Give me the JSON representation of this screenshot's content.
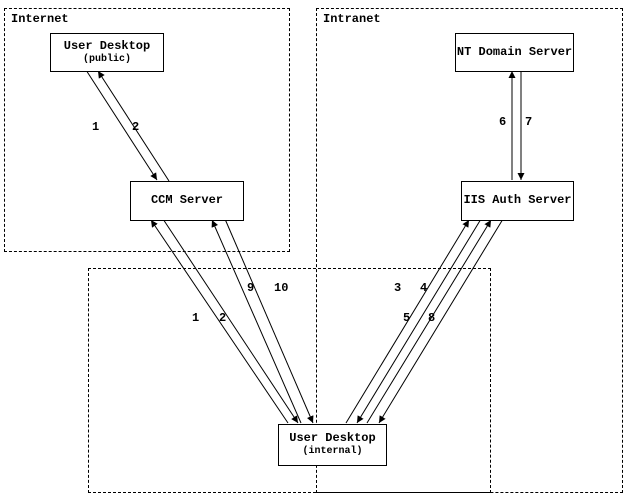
{
  "regions": {
    "internet": {
      "label": "Internet"
    },
    "intranet": {
      "label": "Intranet"
    }
  },
  "nodes": {
    "user_desktop_public": {
      "label": "User Desktop",
      "sublabel": "(public)"
    },
    "ccm_server": {
      "label": "CCM Server"
    },
    "nt_domain_server": {
      "label": "NT Domain Server"
    },
    "iis_auth_server": {
      "label": "IIS Auth Server"
    },
    "user_desktop_internal": {
      "label": "User Desktop",
      "sublabel": "(internal)"
    }
  },
  "edge_labels": {
    "public_1": "1",
    "public_2": "2",
    "nt_6": "6",
    "nt_7": "7",
    "internal_9": "9",
    "internal_10": "10",
    "internal_1": "1",
    "internal_2": "2",
    "iis_3": "3",
    "iis_4": "4",
    "iis_5": "5",
    "iis_8": "8"
  },
  "colors": {
    "line": "#000000",
    "background": "#ffffff"
  }
}
